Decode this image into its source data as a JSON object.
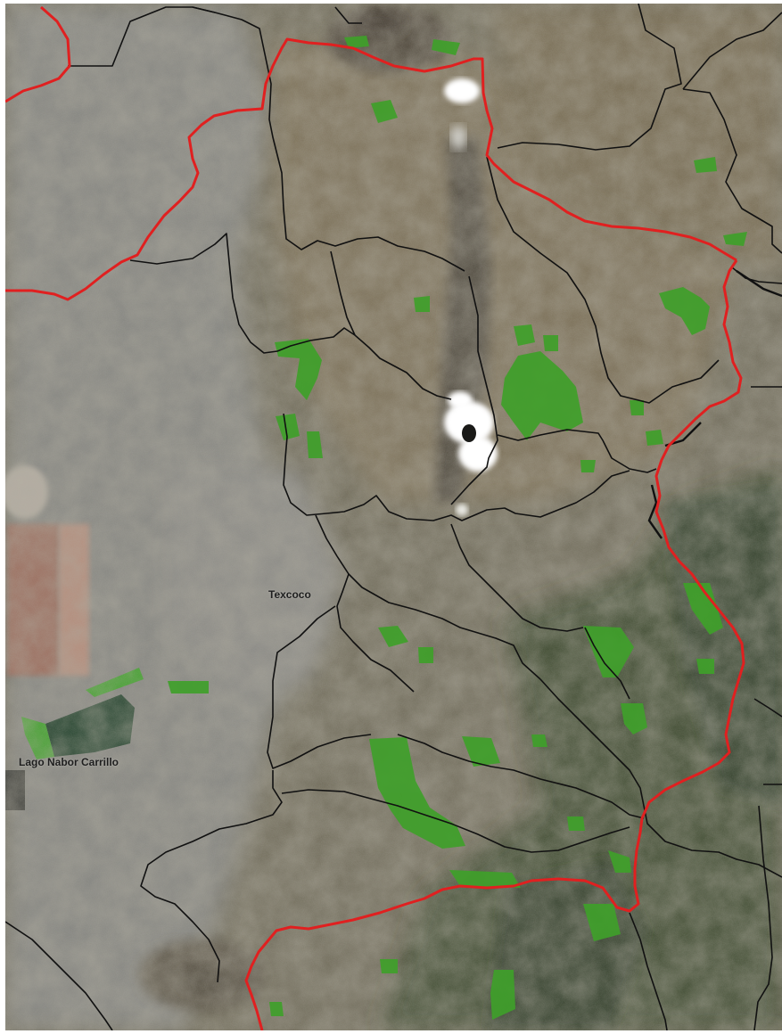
{
  "map": {
    "type": "satellite-imagery",
    "labels": {
      "texcoco": "Texcoco",
      "lago": "Lago Nabor Carrillo"
    },
    "colors": {
      "terrain_base": "#6f6a58",
      "urban": "#8a8a86",
      "forest_dark": "#3b4a2c",
      "highlight_green": "#3fa02a",
      "cloud": "#ffffff",
      "boundary_red": "#e02020",
      "boundary_black": "#111111",
      "lake_water": "#20402a",
      "lake_bed": "#9a6a5a"
    }
  }
}
